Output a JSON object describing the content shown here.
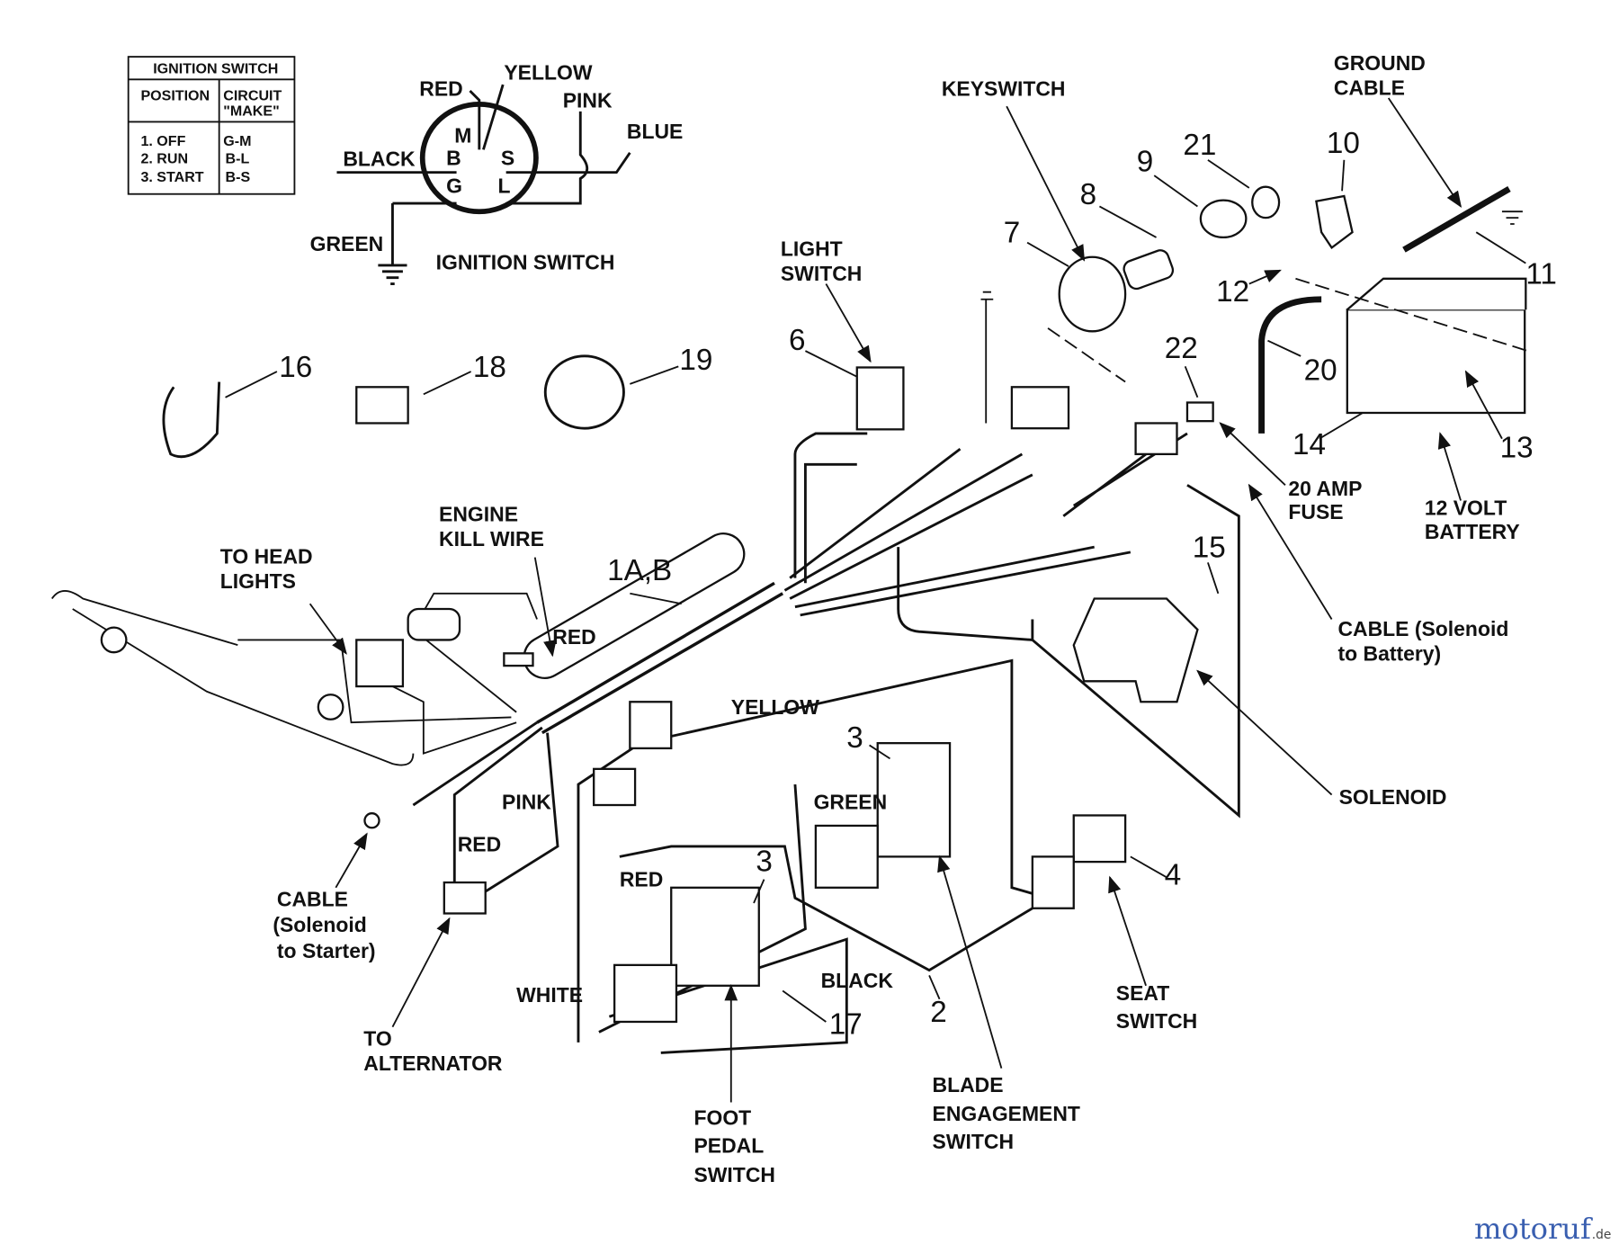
{
  "table": {
    "title": "IGNITION SWITCH",
    "headers": [
      "POSITION",
      "CIRCUIT",
      "\"MAKE\""
    ],
    "rows": [
      {
        "position": "1. OFF",
        "circuit": "G-M"
      },
      {
        "position": "2. RUN",
        "circuit": "B-L"
      },
      {
        "position": "3. START",
        "circuit": "B-S"
      }
    ]
  },
  "ignition_schematic": {
    "title": "IGNITION SWITCH",
    "wires": {
      "red": "RED",
      "yellow": "YELLOW",
      "pink": "PINK",
      "blue": "BLUE",
      "black": "BLACK",
      "green": "GREEN"
    },
    "terminals": [
      "M",
      "B",
      "S",
      "G",
      "L"
    ]
  },
  "callouts": {
    "keyswitch": "KEYSWITCH",
    "ground_cable": [
      "GROUND",
      "CABLE"
    ],
    "light_switch": [
      "LIGHT",
      "SWITCH"
    ],
    "fuse": [
      "20 AMP",
      "FUSE"
    ],
    "battery": [
      "12 VOLT",
      "BATTERY"
    ],
    "cable_sol_batt": [
      "CABLE (Solenoid",
      "to Battery)"
    ],
    "solenoid": "SOLENOID",
    "engine_kill": [
      "ENGINE",
      "KILL WIRE"
    ],
    "head_lights": [
      "TO HEAD",
      "LIGHTS"
    ],
    "harness": "1A,B",
    "cable_sol_starter": [
      "CABLE",
      "(Solenoid",
      "to Starter)"
    ],
    "alternator": [
      "TO",
      "ALTERNATOR"
    ],
    "foot_pedal": [
      "FOOT",
      "PEDAL",
      "SWITCH"
    ],
    "blade": [
      "BLADE",
      "ENGAGEMENT",
      "SWITCH"
    ],
    "seat": [
      "SEAT",
      "SWITCH"
    ]
  },
  "wire_labels": {
    "red1": "RED",
    "yellow": "YELLOW",
    "pink": "PINK",
    "red2": "RED",
    "green": "GREEN",
    "red3": "RED",
    "white": "WHITE",
    "black": "BLACK"
  },
  "part_numbers": {
    "n7": "7",
    "n8": "8",
    "n9": "9",
    "n21": "21",
    "n10": "10",
    "n11": "11",
    "n12": "12",
    "n20": "20",
    "n14": "14",
    "n13": "13",
    "n22": "22",
    "n6": "6",
    "n16": "16",
    "n18": "18",
    "n19": "19",
    "n15": "15",
    "n3a": "3",
    "n3b": "3",
    "n4": "4",
    "n2": "2",
    "n17": "17"
  },
  "watermark": {
    "brand": "motoruf",
    "tld": ".de",
    "colors": [
      "#3a5fb0",
      "#d23a8a",
      "#3aa04a",
      "#e08a2a",
      "#e0b020"
    ]
  }
}
